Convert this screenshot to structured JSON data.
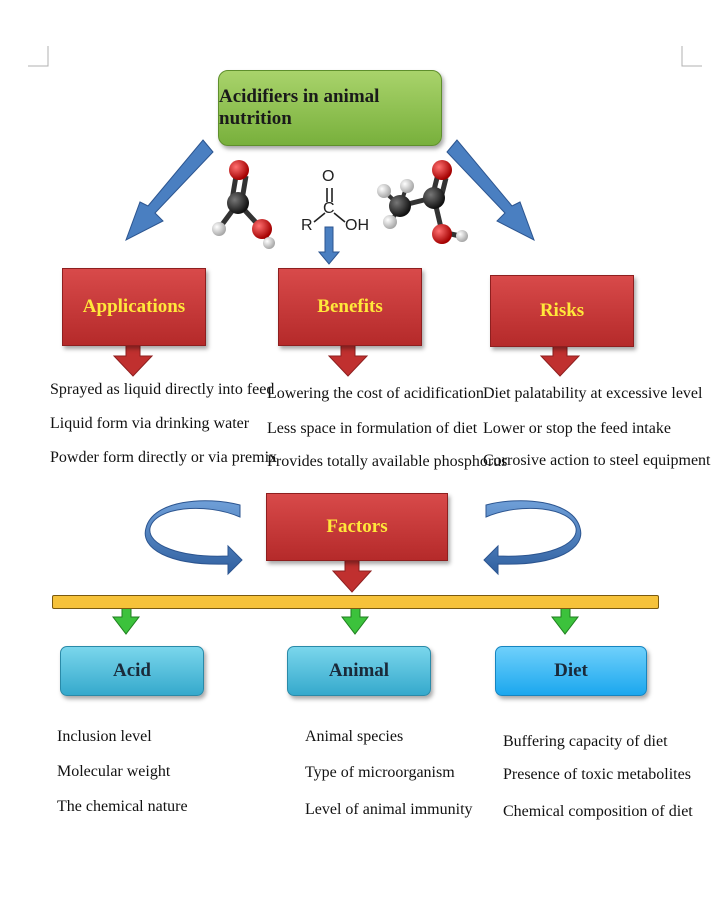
{
  "title": "Acidifiers in animal nutrition",
  "molecule": {
    "r_label": "R",
    "c_label": "C",
    "o_label": "O",
    "oh_label": "OH"
  },
  "categories": [
    {
      "label": "Applications",
      "items": [
        "Sprayed as liquid directly into feed",
        "Liquid form via drinking water",
        "Powder form directly  or via premix"
      ]
    },
    {
      "label": "Benefits",
      "items": [
        "Lowering the cost of acidification",
        "Less space in formulation of diet",
        "Provides totally available phosphorus"
      ]
    },
    {
      "label": "Risks",
      "items": [
        "Diet palatability at excessive level",
        "Lower or stop the feed intake",
        "Corrosive action to steel equipment"
      ]
    }
  ],
  "factors_label": "Factors",
  "factors": [
    {
      "label": "Acid",
      "items": [
        "Inclusion level",
        "Molecular weight",
        "The chemical nature"
      ]
    },
    {
      "label": "Animal",
      "items": [
        "Animal species",
        "Type of microorganism",
        "Level of animal immunity"
      ]
    },
    {
      "label": "Diet",
      "items": [
        "Buffering capacity of diet",
        "Presence of toxic metabolites",
        "Chemical composition of diet"
      ]
    }
  ],
  "colors": {
    "title_box": "#8cc152",
    "red_box": "#c83232",
    "red_box_text": "#ffe83a",
    "blue_arrow": "#4a7fc1",
    "green_arrow": "#3cc23c",
    "bar": "#f6c23a",
    "cyan_box": "#4ab8d8",
    "sky_box": "#1ba7ee"
  }
}
